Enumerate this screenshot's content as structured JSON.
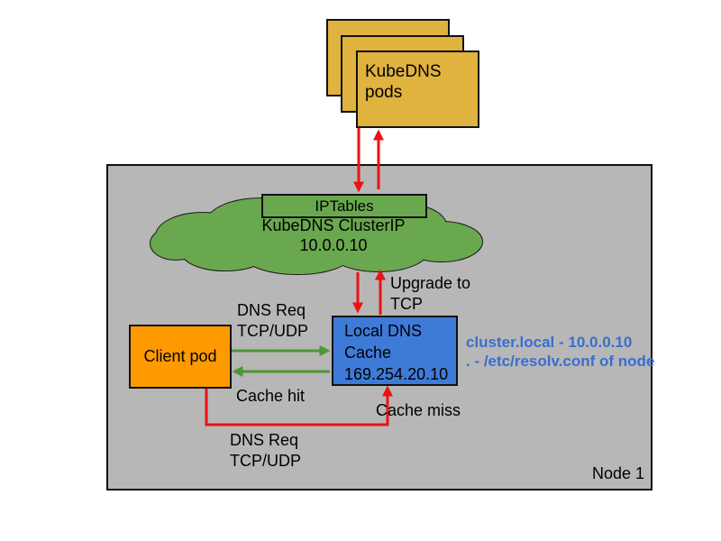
{
  "colors": {
    "node_fill": "#b7b7b7",
    "pod_fill": "#e0b23e",
    "green_fill": "#6aa84f",
    "client_fill": "#ff9900",
    "cache_fill": "#3e7bd8",
    "red_arrow": "#ee1111",
    "green_arrow": "#4d9637",
    "note_blue": "#3a6ed0"
  },
  "node": {
    "label": "Node 1"
  },
  "kubedns_pods": {
    "label": "KubeDNS pods"
  },
  "iptables": {
    "label": "IPTables"
  },
  "cluster_ip_cloud": {
    "line1": "KubeDNS ClusterIP",
    "line2": "10.0.0.10"
  },
  "client_pod": {
    "label": "Client pod"
  },
  "local_dns_cache": {
    "line1": "Local DNS",
    "line2": "Cache",
    "line3": "169.254.20.10"
  },
  "labels": {
    "dns_req_upper": {
      "line1": "DNS Req",
      "line2": "TCP/UDP"
    },
    "cache_hit": "Cache hit",
    "cache_miss": "Cache miss",
    "upgrade_tcp": {
      "line1": "Upgrade to",
      "line2": "TCP"
    },
    "dns_req_lower": {
      "line1": "DNS Req",
      "line2": "TCP/UDP"
    }
  },
  "note": {
    "line1": "cluster.local - 10.0.0.10",
    "line2": ". - /etc/resolv.conf of node"
  }
}
